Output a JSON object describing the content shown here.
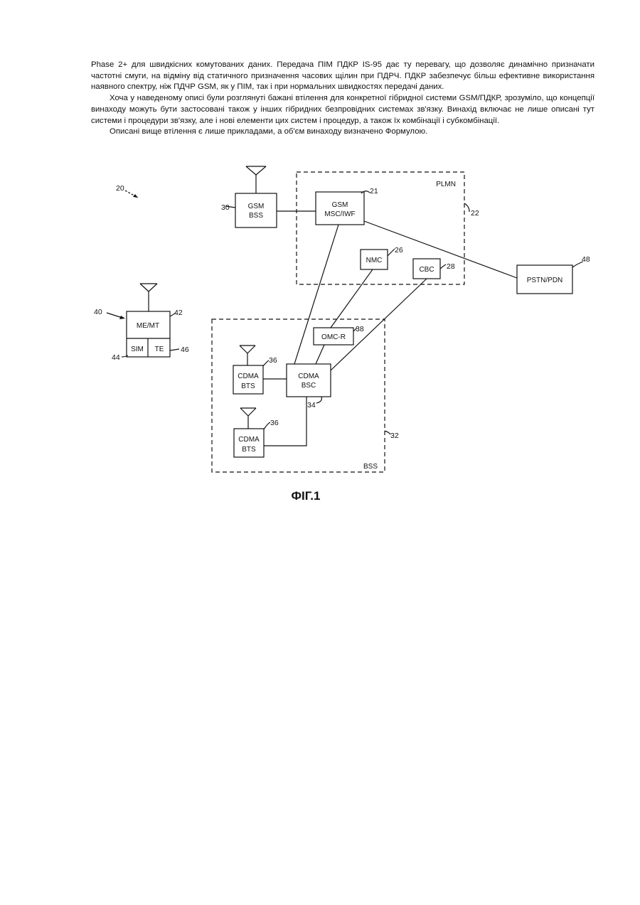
{
  "paragraphs": [
    "Phase 2+ для швидкісних комутованих даних. Передача ПІМ ПДКР IS-95 дає ту перевагу, що дозволяє динамічно призначати частотні смуги, на відміну від статичного призначення часових щілин при ПДРЧ. ПДКР забезпечує більш ефективне використання наявного спектру, ніж ПДЧР GSM, як у ПІМ, так і при нормальних швидкостях передачі даних.",
    "Хоча у наведеному описі були розглянуті бажані втілення для конкретної гібридної системи GSM/ПДКР, зрозуміло, що концепції винаходу можуть бути застосовані також у інших гібридних безпровідних системах зв'язку. Винахід включає не лише описані тут системи і процедури зв'язку, але і нові елементи цих систем і процедур, а також їх комбінації і субкомбінації.",
    "Описані вище втілення є лише прикладами, а об'єм винаходу визначено Формулою."
  ],
  "figure": {
    "caption": "ФІГ.1",
    "groups": {
      "plmn": "PLMN",
      "bss": "BSS"
    },
    "blocks": {
      "gsm_bss": [
        "GSM",
        "BSS"
      ],
      "gsm_msc": [
        "GSM",
        "MSC/IWF"
      ],
      "nmc": "NMC",
      "cbc": "CBC",
      "pstn": "PSTN/PDN",
      "omc": "OMC-R",
      "cdma_bsc": [
        "CDMA",
        "BSC"
      ],
      "cdma_bts_top": [
        "CDMA",
        "BTS"
      ],
      "cdma_bts_bottom": [
        "CDMA",
        "BTS"
      ],
      "me_mt": "ME/MT",
      "sim": "SIM",
      "te": "TE"
    },
    "refs": {
      "r20": "20",
      "r21": "21",
      "r22": "22",
      "r26": "26",
      "r28": "28",
      "r30": "30",
      "r32": "32",
      "r34": "34",
      "r36a": "36",
      "r36b": "36",
      "r38": "38",
      "r40": "40",
      "r42": "42",
      "r44": "44",
      "r46": "46",
      "r48": "48"
    }
  }
}
